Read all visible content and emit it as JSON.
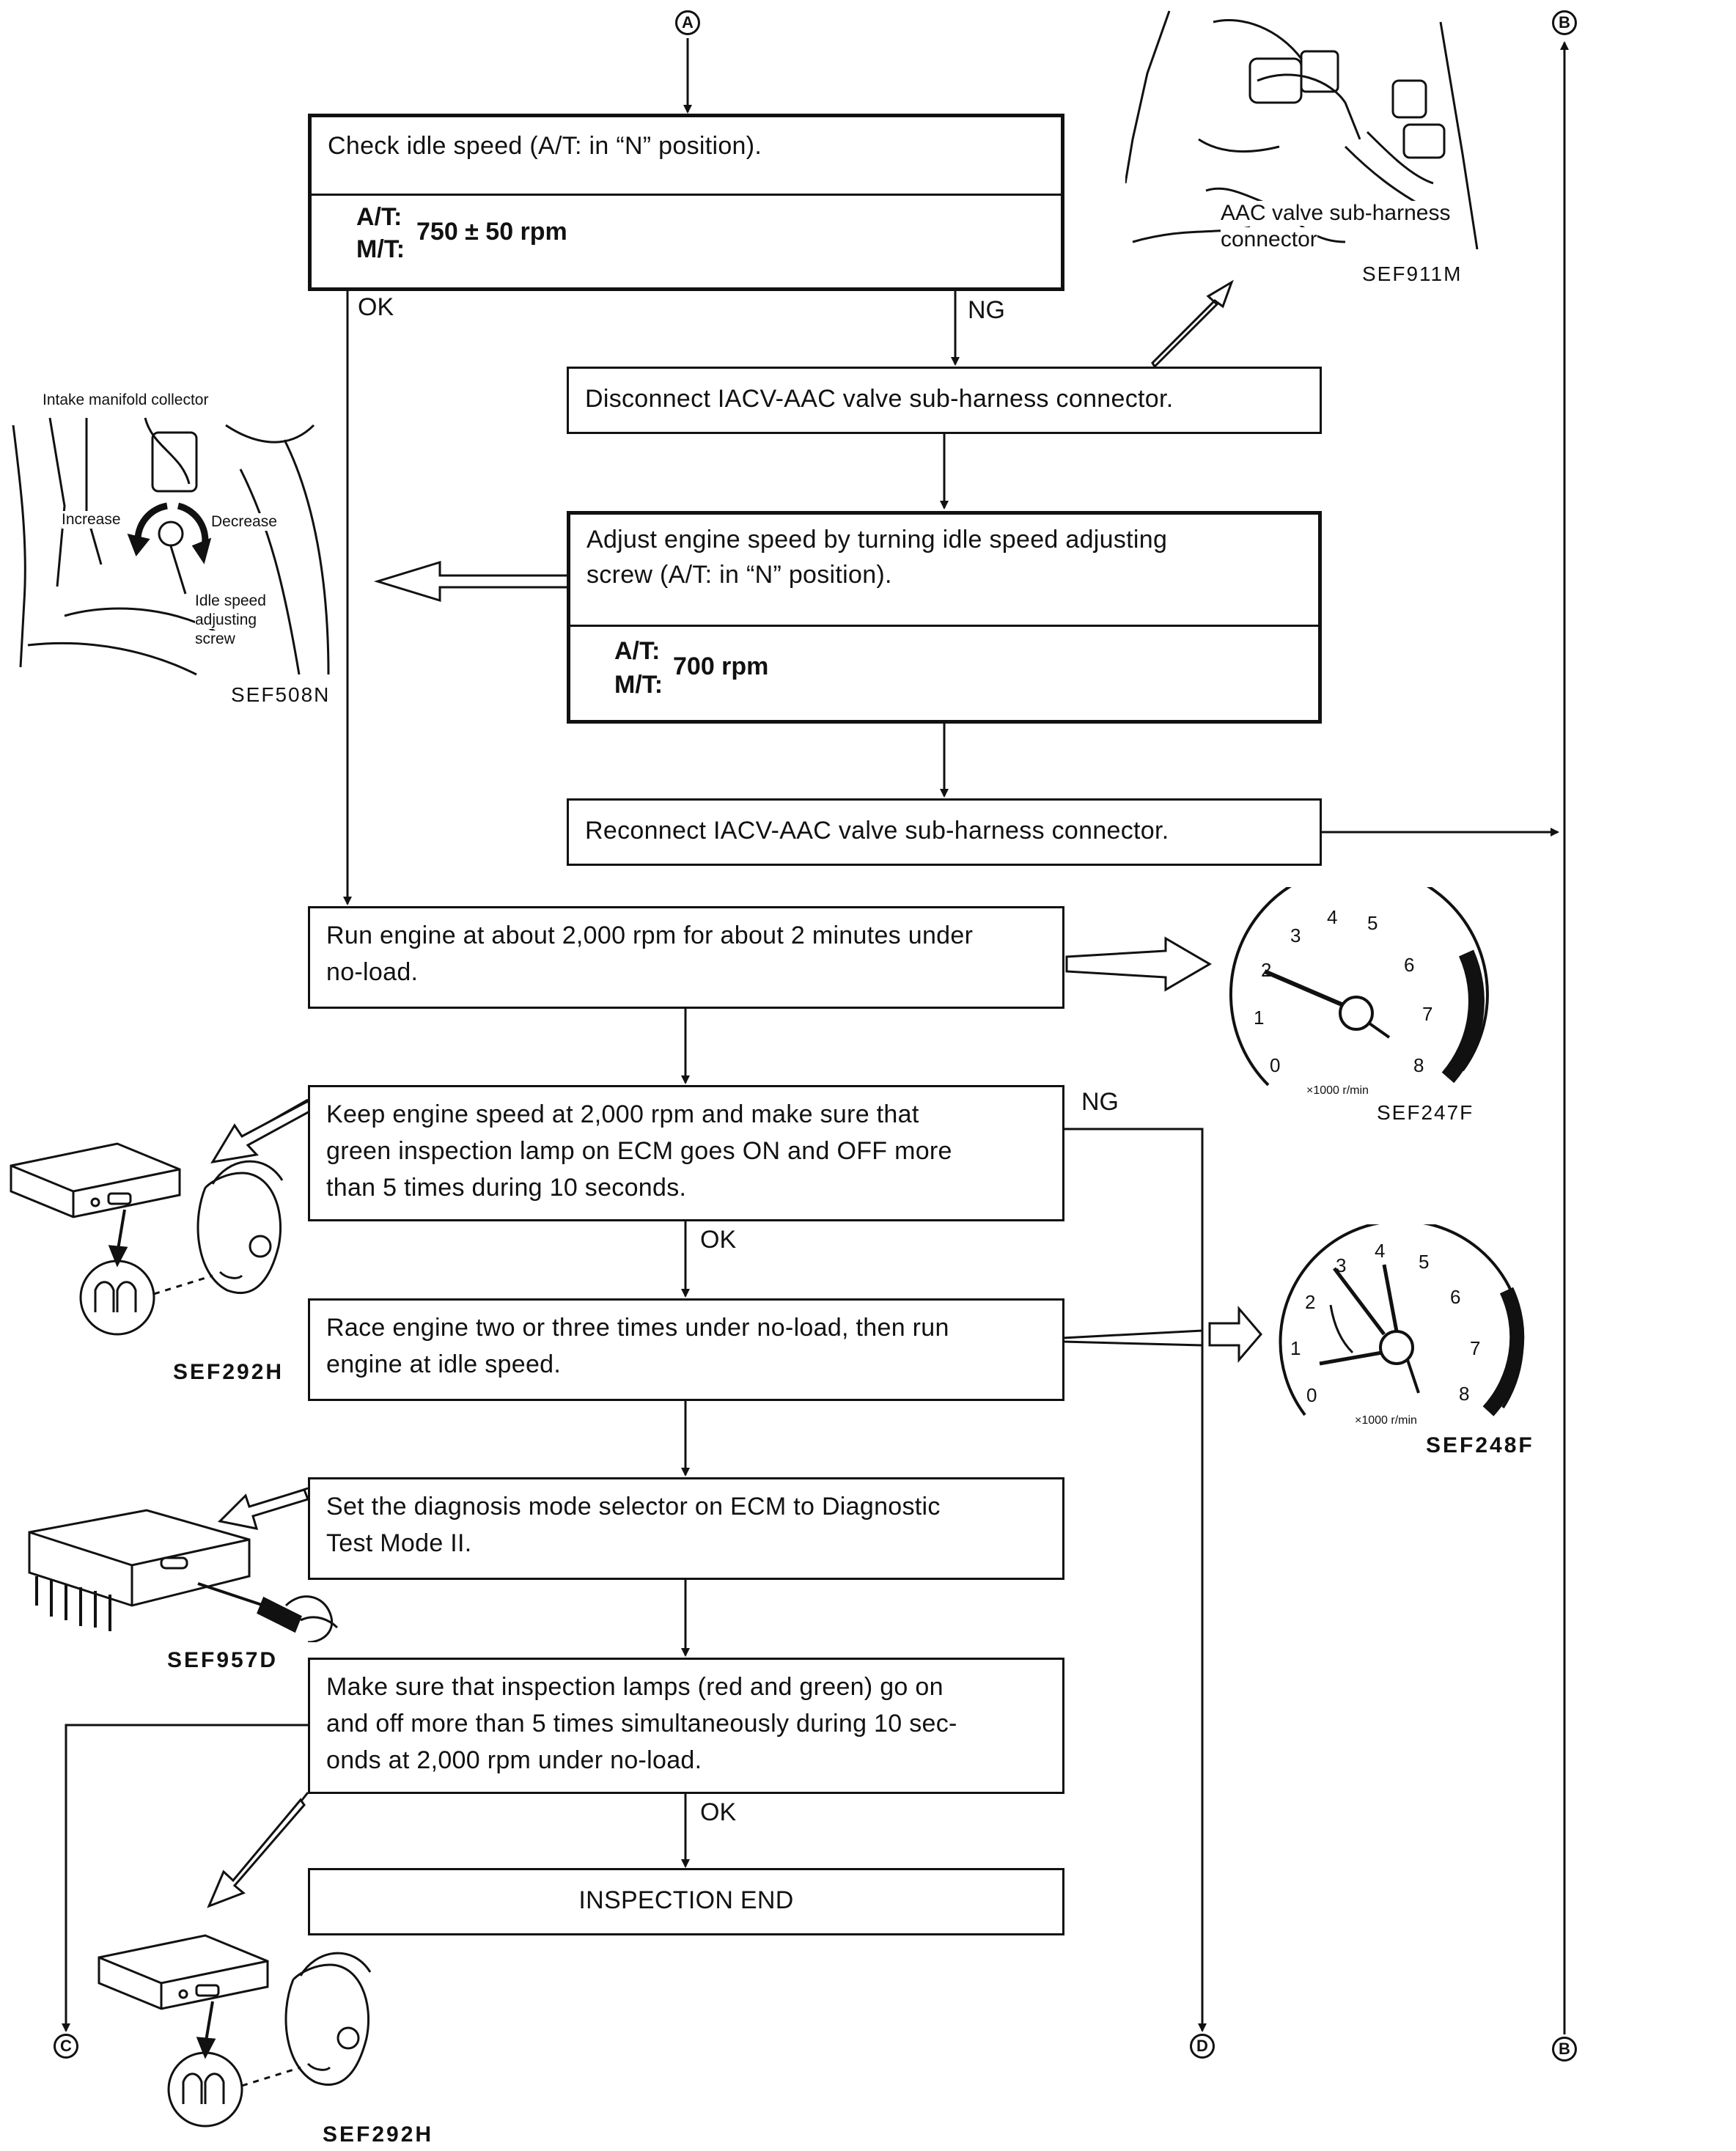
{
  "connectors": {
    "a": "A",
    "b": "B",
    "c": "C",
    "d": "D"
  },
  "steps": {
    "check_idle": "Check idle speed (A/T: in “N” position).",
    "check_spec": {
      "at": "A/T:",
      "mt": "M/T:",
      "value": "750 ± 50 rpm"
    },
    "disconnect": "Disconnect IACV-AAC valve sub-harness connector.",
    "adjust_line1": "Adjust engine speed by turning idle speed adjusting",
    "adjust_line2": "screw (A/T: in “N” position).",
    "adjust_spec": {
      "at": "A/T:",
      "mt": "M/T:",
      "value": "700 rpm"
    },
    "reconnect": "Reconnect IACV-AAC valve sub-harness connector.",
    "run_line1": "Run engine at about 2,000 rpm for about 2 minutes under",
    "run_line2": "no-load.",
    "keep_line1": "Keep engine speed at 2,000 rpm and make sure that",
    "keep_line2": "green inspection lamp on ECM goes ON and OFF more",
    "keep_line3": "than 5 times during 10 seconds.",
    "race_line1": "Race engine two or three times under no-load, then run",
    "race_line2": "engine at idle speed.",
    "set_line1": "Set the diagnosis mode selector on ECM to Diagnostic",
    "set_line2": "Test Mode II.",
    "make_line1": "Make sure that inspection lamps (red and green) go on",
    "make_line2": "and off more than 5 times simultaneously during 10 sec-",
    "make_line3": "onds at 2,000 rpm under no-load.",
    "end": "INSPECTION END"
  },
  "branch_labels": {
    "ok1": "OK",
    "ng1": "NG",
    "ng2": "NG",
    "ok2": "OK",
    "ok3": "OK"
  },
  "illustrations": {
    "sef911m": {
      "code": "SEF911M",
      "label_line1": "AAC valve sub-harness",
      "label_line2": "connector"
    },
    "sef508n": {
      "code": "SEF508N",
      "collector": "Intake manifold collector",
      "increase": "Increase",
      "decrease": "Decrease",
      "screw_line1": "Idle speed",
      "screw_line2": "adjusting",
      "screw_line3": "screw"
    },
    "sef247f": {
      "code": "SEF247F",
      "unit": "×1000 r/min",
      "ticks": [
        "0",
        "1",
        "2",
        "3",
        "4",
        "5",
        "6",
        "7",
        "8"
      ]
    },
    "sef248f": {
      "code": "SEF248F",
      "unit": "×1000 r/min",
      "ticks": [
        "0",
        "1",
        "2",
        "3",
        "4",
        "5",
        "6",
        "7",
        "8"
      ]
    },
    "sef292h_top": {
      "code": "SEF292H"
    },
    "sef957d": {
      "code": "SEF957D"
    },
    "sef292h_bottom": {
      "code": "SEF292H"
    }
  }
}
